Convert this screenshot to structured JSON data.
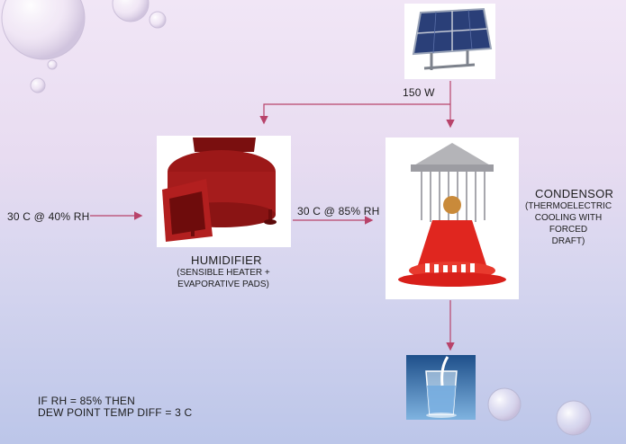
{
  "power_label": "150 W",
  "input_label": "30 C @ 40% RH",
  "mid_label": "30 C @ 85% RH",
  "humidifier": {
    "title": "HUMIDIFIER",
    "sub_line1": "(SENSIBLE HEATER +",
    "sub_line2": "EVAPORATIVE PADS)"
  },
  "condensor": {
    "title": "CONDENSOR",
    "sub_line1": "(THERMOELECTRIC",
    "sub_line2": "COOLING WITH FORCED",
    "sub_line3": "DRAFT)"
  },
  "note": {
    "line1": "IF RH = 85% THEN",
    "line2": "DEW POINT TEMP DIFF = 3 C"
  },
  "colors": {
    "arrow": "#b8436a",
    "humidifier_red": "#9c1818",
    "condensor_red": "#e0261f"
  }
}
